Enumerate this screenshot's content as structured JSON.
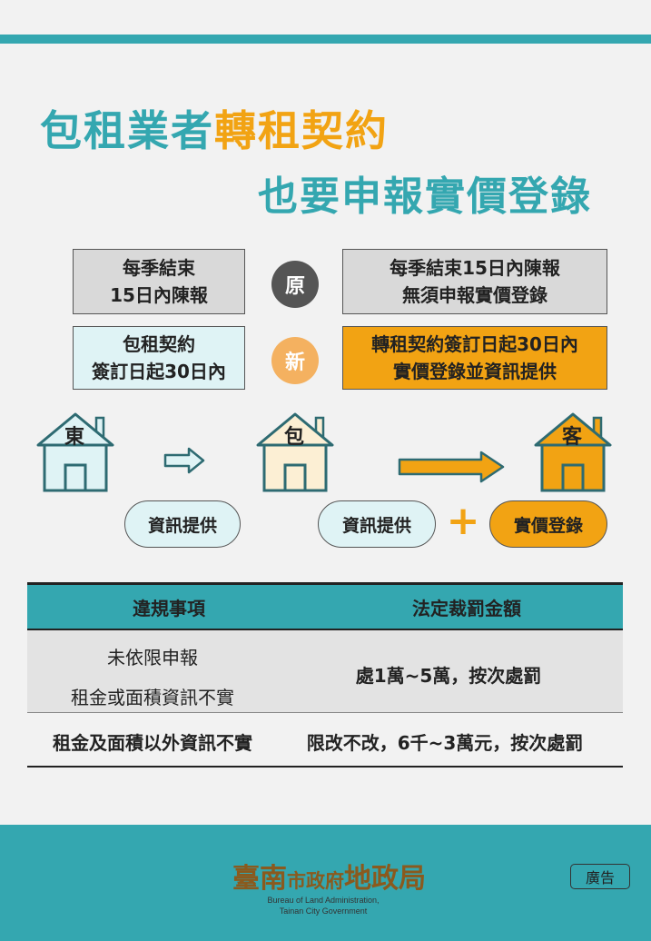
{
  "header": {
    "title_part1": "包租業者",
    "title_highlight": "轉租契約",
    "title_line2": "也要申報實價登錄"
  },
  "comparison": {
    "old_badge": "原",
    "new_badge": "新",
    "old_left": [
      "每季結束",
      "15日內陳報"
    ],
    "old_right": [
      "每季結束15日內陳報",
      "無須申報實價登錄"
    ],
    "new_left": [
      "包租契約",
      "簽訂日起30日內"
    ],
    "new_right": [
      "轉租契約簽訂日起30日內",
      "實價登錄並資訊提供"
    ]
  },
  "flow": {
    "landlord_label": "東",
    "sublessor_label": "包",
    "tenant_label": "客",
    "info_label_1": "資訊提供",
    "info_label_2": "資訊提供",
    "plus_symbol": "+",
    "register_label": "實價登錄"
  },
  "table": {
    "headers": [
      "違規事項",
      "法定裁罰金額"
    ],
    "rows": [
      {
        "violation": [
          "未依限申報",
          "租金或面積資訊不實"
        ],
        "penalty": "處1萬~5萬，按次處罰"
      },
      {
        "violation": [
          "租金及面積以外資訊不實"
        ],
        "penalty": "限改不改，6千~3萬元，按次處罰"
      }
    ]
  },
  "footer": {
    "logo_main": "臺南",
    "logo_small": "市政府",
    "logo_end": "地政局",
    "logo_en": [
      "Bureau of Land Administration,",
      "Tainan City Government"
    ],
    "ad_label": "廣告"
  },
  "colors": {
    "teal": "#34a7b0",
    "orange": "#f2a313",
    "light_cyan": "#dff3f5",
    "cream": "#fcefd4",
    "gray": "#d9d9d9"
  }
}
